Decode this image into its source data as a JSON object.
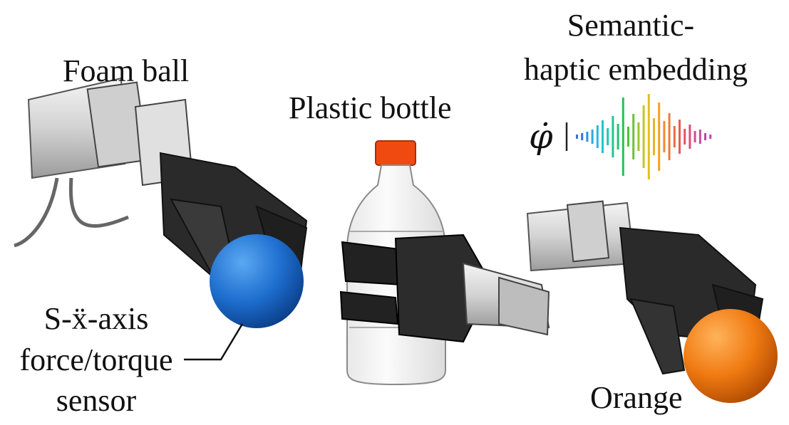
{
  "labels": {
    "foam_ball": "Foam ball",
    "plastic_bottle": "Plastic bottle",
    "semantic_line1": "Semantic-",
    "semantic_line2": "haptic embedding",
    "sensor_line1": "S-ẍ-axis",
    "sensor_line2": "force/torque",
    "sensor_line3": "sensor",
    "orange": "Orange",
    "phi_symbol": "φ̇"
  },
  "colors": {
    "foam_ball": "#1e6fd0",
    "orange": "#f07a12",
    "bottle_cap": "#f04a10",
    "gripper": "#2a2a2a",
    "arm": "#d9d9d9"
  },
  "waveform_bars": [
    {
      "h": 6,
      "c": "#3a6fd8"
    },
    {
      "h": 10,
      "c": "#3a6fd8"
    },
    {
      "h": 14,
      "c": "#2f8fe0"
    },
    {
      "h": 20,
      "c": "#2aa7e6"
    },
    {
      "h": 32,
      "c": "#26b8e0"
    },
    {
      "h": 46,
      "c": "#22c4cc"
    },
    {
      "h": 24,
      "c": "#1fc6b0"
    },
    {
      "h": 58,
      "c": "#1ec78e"
    },
    {
      "h": 36,
      "c": "#22c46c"
    },
    {
      "h": 110,
      "c": "#29c24e"
    },
    {
      "h": 28,
      "c": "#4ac23a"
    },
    {
      "h": 64,
      "c": "#6cc234"
    },
    {
      "h": 40,
      "c": "#98c52e"
    },
    {
      "h": 88,
      "c": "#c2c628"
    },
    {
      "h": 120,
      "c": "#e2c21c"
    },
    {
      "h": 52,
      "c": "#eeb21c"
    },
    {
      "h": 96,
      "c": "#f2a220"
    },
    {
      "h": 44,
      "c": "#f08c2a"
    },
    {
      "h": 66,
      "c": "#ee7a34"
    },
    {
      "h": 30,
      "c": "#ec6a40"
    },
    {
      "h": 48,
      "c": "#e85c52"
    },
    {
      "h": 22,
      "c": "#e25466"
    },
    {
      "h": 34,
      "c": "#da4e7a"
    },
    {
      "h": 16,
      "c": "#d04c8c"
    },
    {
      "h": 20,
      "c": "#c44c9a"
    },
    {
      "h": 10,
      "c": "#b84ca4"
    },
    {
      "h": 6,
      "c": "#ac4cac"
    }
  ]
}
